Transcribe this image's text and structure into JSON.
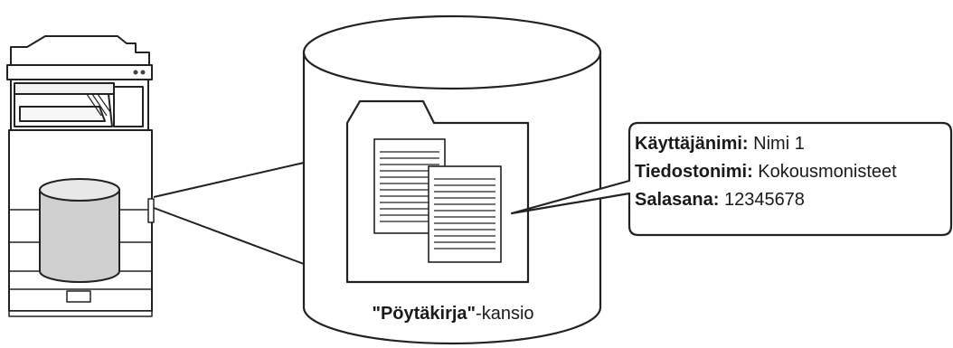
{
  "folder": {
    "name": "\"Pöytäkirja\"",
    "suffix": "-kansio"
  },
  "document_info": {
    "user_label": "Käyttäjänimi:",
    "user_value": " Nimi 1",
    "file_label": "Tiedostonimi:",
    "file_value": " Kokousmonisteet",
    "password_label": "Salasana:",
    "password_value": " 12345678"
  },
  "icons": {
    "device": "multifunction-printer-icon",
    "storage": "hard-disk-icon",
    "folder": "folder-icon",
    "documents": "document-stack-icon"
  }
}
